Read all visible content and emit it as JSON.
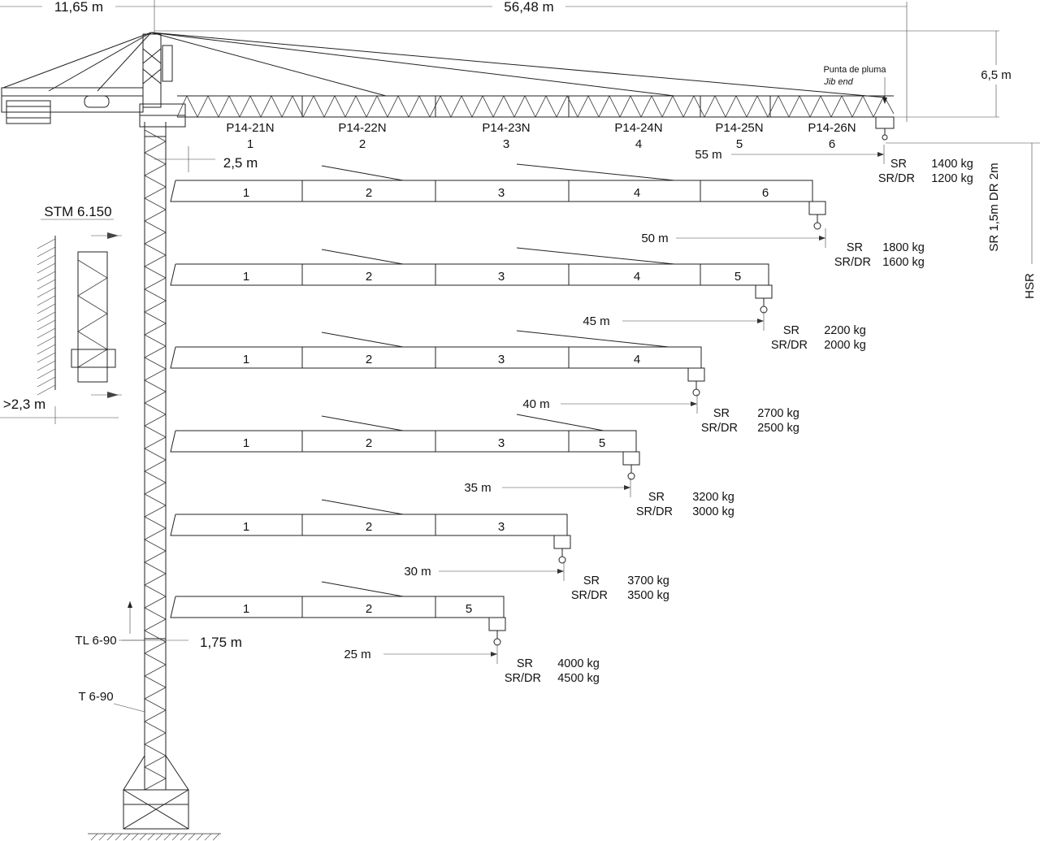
{
  "top_dims": {
    "counter_jib": "11,65  m",
    "jib": "56,48  m",
    "height": "6,5 m"
  },
  "jib_end": {
    "line1": "Punta de pluma",
    "line2": "Jib end"
  },
  "jib_sections": [
    {
      "name": "P14-21N",
      "num": "1"
    },
    {
      "name": "P14-22N",
      "num": "2"
    },
    {
      "name": "P14-23N",
      "num": "3"
    },
    {
      "name": "P14-24N",
      "num": "4"
    },
    {
      "name": "P14-25N",
      "num": "5"
    },
    {
      "name": "P14-26N",
      "num": "6"
    }
  ],
  "offset_top": "2,5  m",
  "offset_bottom": "1,75  m",
  "stm_label": "STM 6.150",
  "stm_distance": ">2,3 m",
  "mast_labels": {
    "tl": "TL 6-90",
    "t": "T 6-90"
  },
  "right_labels": {
    "sr_dr": "SR 1,5m DR 2m",
    "hsr": "HSR"
  },
  "configs": [
    {
      "radius": "55 m",
      "segments": [
        "1",
        "2",
        "3",
        "4",
        "6"
      ],
      "sr_label": "SR",
      "sr_value": "1400 kg",
      "dr_label": "SR/DR",
      "dr_value": "1200 kg"
    },
    {
      "radius": "50 m",
      "segments": [
        "1",
        "2",
        "3",
        "4",
        "5"
      ],
      "sr_label": "SR",
      "sr_value": "1800 kg",
      "dr_label": "SR/DR",
      "dr_value": "1600 kg"
    },
    {
      "radius": "45 m",
      "segments": [
        "1",
        "2",
        "3",
        "4"
      ],
      "sr_label": "SR",
      "sr_value": "2200 kg",
      "dr_label": "SR/DR",
      "dr_value": "2000 kg"
    },
    {
      "radius": "40 m",
      "segments": [
        "1",
        "2",
        "3",
        "5"
      ],
      "sr_label": "SR",
      "sr_value": "2700 kg",
      "dr_label": "SR/DR",
      "dr_value": "2500 kg"
    },
    {
      "radius": "35 m",
      "segments": [
        "1",
        "2",
        "3"
      ],
      "sr_label": "SR",
      "sr_value": "3200 kg",
      "dr_label": "SR/DR",
      "dr_value": "3000 kg"
    },
    {
      "radius": "30 m",
      "segments": [
        "1",
        "2",
        "5"
      ],
      "sr_label": "SR",
      "sr_value": "3700 kg",
      "dr_label": "SR/DR",
      "dr_value": "3500 kg"
    },
    {
      "radius": "25 m",
      "segments": [],
      "sr_label": "SR",
      "sr_value": "4000 kg",
      "dr_label": "SR/DR",
      "dr_value": "4500 kg"
    }
  ]
}
